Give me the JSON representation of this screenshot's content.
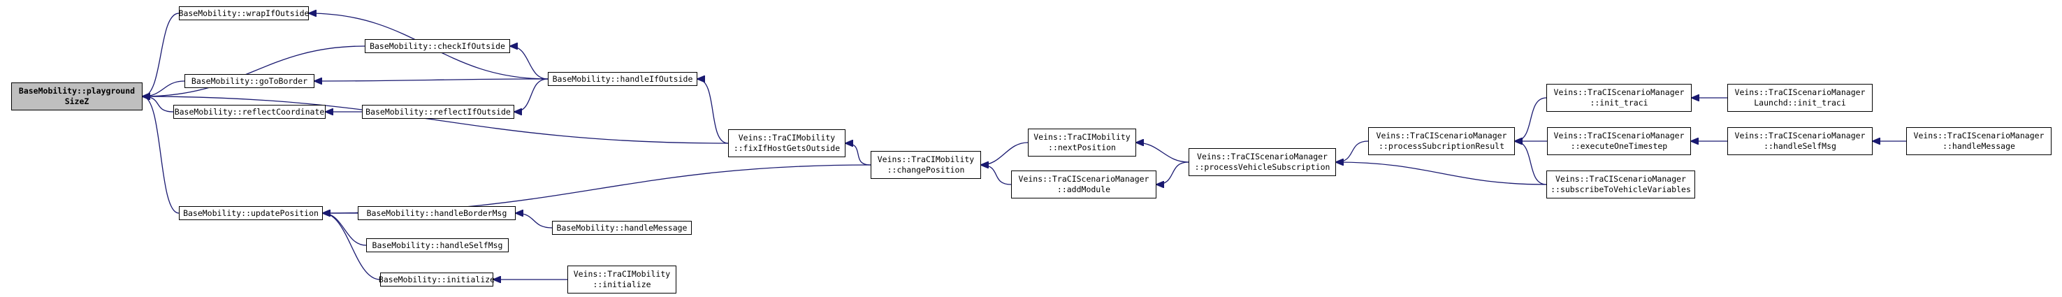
{
  "graph": {
    "edge_color": "#191970",
    "root_fill": "#bfbfbf",
    "nodes": {
      "playgroundSizeZ": [
        "BaseMobility::playground",
        "SizeZ"
      ],
      "wrapIfOutside": [
        "BaseMobility::wrapIfOutside"
      ],
      "checkIfOutside": [
        "BaseMobility::checkIfOutside"
      ],
      "goToBorder": [
        "BaseMobility::goToBorder"
      ],
      "reflectCoordinate": [
        "BaseMobility::reflectCoordinate"
      ],
      "updatePosition": [
        "BaseMobility::updatePosition"
      ],
      "handleIfOutside": [
        "BaseMobility::handleIfOutside"
      ],
      "reflectIfOutside": [
        "BaseMobility::reflectIfOutside"
      ],
      "handleBorderMsg": [
        "BaseMobility::handleBorderMsg"
      ],
      "bmHandleSelfMsg": [
        "BaseMobility::handleSelfMsg"
      ],
      "bmInitialize": [
        "BaseMobility::initialize"
      ],
      "bmHandleMessage": [
        "BaseMobility::handleMessage"
      ],
      "tmInitialize": [
        "Veins::TraCIMobility",
        "::initialize"
      ],
      "fixIfHostGetsOutside": [
        "Veins::TraCIMobility",
        "::fixIfHostGetsOutside"
      ],
      "changePosition": [
        "Veins::TraCIMobility",
        "::changePosition"
      ],
      "nextPosition": [
        "Veins::TraCIMobility",
        "::nextPosition"
      ],
      "addModule": [
        "Veins::TraCIScenarioManager",
        "::addModule"
      ],
      "processVehicleSubscription": [
        "Veins::TraCIScenarioManager",
        "::processVehicleSubscription"
      ],
      "processSubcriptionResult": [
        "Veins::TraCIScenarioManager",
        "::processSubcriptionResult"
      ],
      "initTraci": [
        "Veins::TraCIScenarioManager",
        "::init_traci"
      ],
      "executeOneTimestep": [
        "Veins::TraCIScenarioManager",
        "::executeOneTimestep"
      ],
      "subscribeToVehicleVariables": [
        "Veins::TraCIScenarioManager",
        "::subscribeToVehicleVariables"
      ],
      "launchdInitTraci": [
        "Veins::TraCIScenarioManager",
        "Launchd::init_traci"
      ],
      "smHandleSelfMsg": [
        "Veins::TraCIScenarioManager",
        "::handleSelfMsg"
      ],
      "smHandleMessage": [
        "Veins::TraCIScenarioManager",
        "::handleMessage"
      ]
    }
  }
}
